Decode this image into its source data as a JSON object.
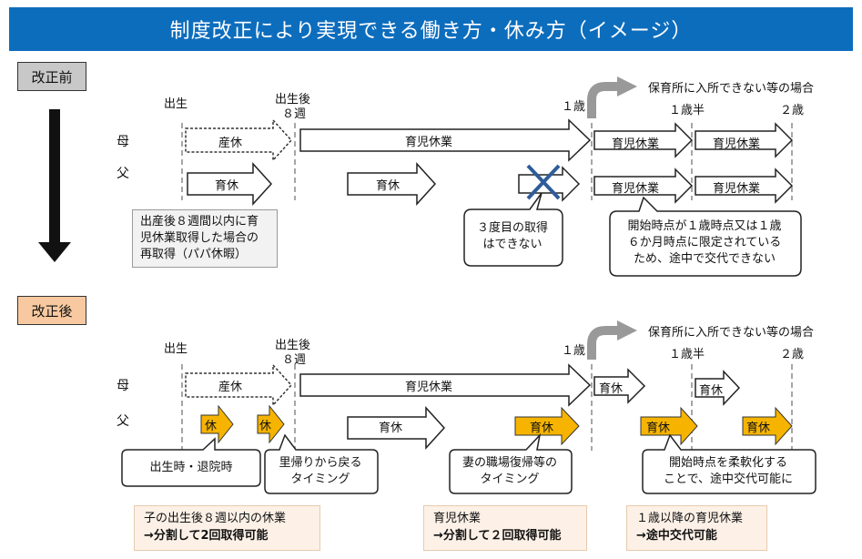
{
  "title": "制度改正により実現できる働き方・休み方（イメージ）",
  "before": {
    "label": "改正前",
    "timeline": {
      "birth": "出生",
      "after8w_line1": "出生後",
      "after8w_line2": "８週",
      "one_year": "１歳",
      "one_half": "１歳半",
      "two_years": "２歳"
    },
    "nursery_note": "保育所に入所できない等の場合",
    "rows": {
      "mother": "母",
      "father": "父"
    },
    "arrows": {
      "maternity": "産休",
      "childcare": "育児休業",
      "childcare_short": "育児休業",
      "childcare_short2": "育児休業",
      "father_childcare_1": "育児休業",
      "father_childcare_2": "育児休業",
      "father_leave1": "育休",
      "father_leave2": "育休"
    },
    "papa_note": [
      "出産後８週間以内に育",
      "児休業取得した場合の",
      "再取得（パパ休暇）"
    ],
    "third_callout": [
      "３度目の取得",
      "はできない"
    ],
    "start_callout": [
      "開始時点が１歳時点又は１歳",
      "６か月時点に限定されている",
      "ため、途中で交代できない"
    ]
  },
  "after": {
    "label": "改正後",
    "timeline": {
      "birth": "出生",
      "after8w_line1": "出生後",
      "after8w_line2": "８週",
      "one_year": "１歳",
      "one_half": "１歳半",
      "two_years": "２歳"
    },
    "nursery_note": "保育所に入所できない等の場合",
    "rows": {
      "mother": "母",
      "father": "父"
    },
    "arrows": {
      "maternity": "産休",
      "childcare": "育児休業",
      "mother_leave1": "育休",
      "mother_leave2": "育休",
      "father_leave": "育休",
      "father_yellow_1": "休",
      "father_yellow_2": "休",
      "father_yellow_3": "育休",
      "father_yellow_4": "育休",
      "father_yellow_5": "育休"
    },
    "callouts": {
      "birth_discharge": "出生時・退院時",
      "return_home": [
        "里帰りから戻る",
        "タイミング"
      ],
      "wife_return": [
        "妻の職場復帰等の",
        "タイミング"
      ],
      "flexible": [
        "開始時点を柔軟化する",
        "ことで、途中交代可能に"
      ]
    },
    "notes": {
      "note1": {
        "line1": "子の出生後８週以内の休業",
        "line2": "→分割して2回取得可能"
      },
      "note2": {
        "line1": "育児休業",
        "line2": "→分割して２回取得可能"
      },
      "note3": {
        "line1": "１歳以降の育児休業",
        "line2": "→途中交代可能"
      }
    }
  },
  "colors": {
    "title_bg": "#0d6dbd",
    "before_label_bg": "#c8c8c8",
    "after_label_bg": "#f8c9a0",
    "yellow": "#f6b400"
  }
}
